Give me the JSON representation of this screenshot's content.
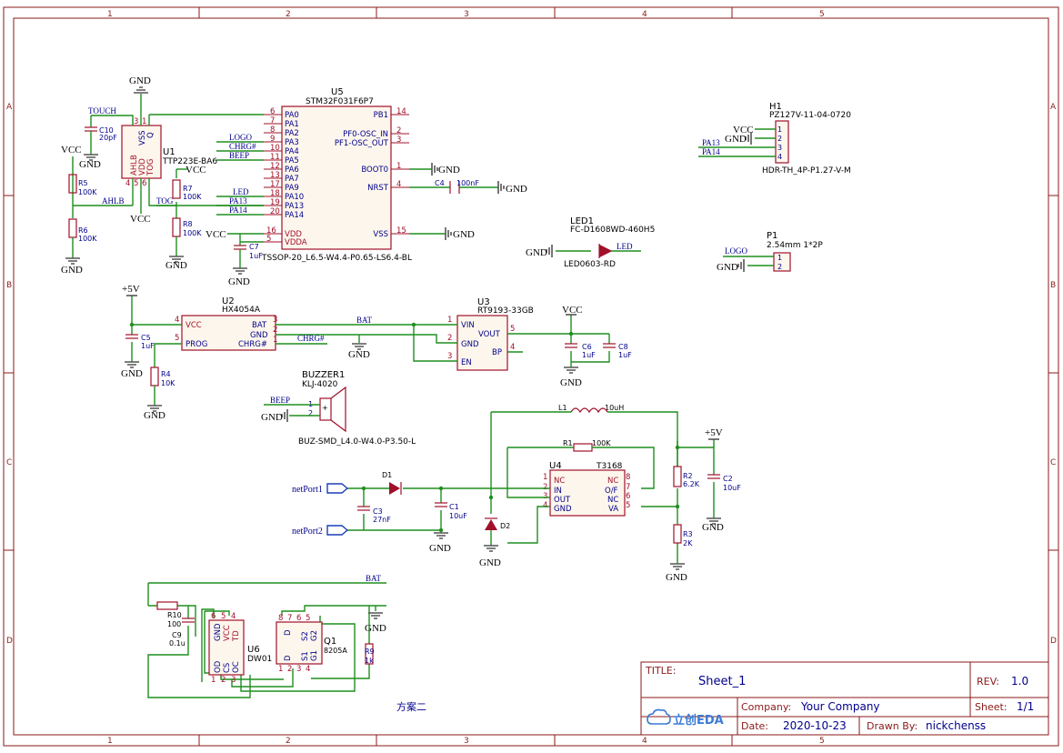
{
  "zones": {
    "cols": [
      "1",
      "2",
      "3",
      "4",
      "5"
    ],
    "rows": [
      "A",
      "B",
      "C",
      "D"
    ]
  },
  "components": {
    "u5": {
      "ref": "U5",
      "part": "STM32F031F6P7",
      "package": "TSSOP-20_L6.5-W4.4-P0.65-LS6.4-BL",
      "left_pins": [
        {
          "num": "6",
          "name": "PA0"
        },
        {
          "num": "7",
          "name": "PA1"
        },
        {
          "num": "8",
          "name": "PA2"
        },
        {
          "num": "9",
          "name": "PA3"
        },
        {
          "num": "10",
          "name": "PA4"
        },
        {
          "num": "11",
          "name": "PA5"
        },
        {
          "num": "12",
          "name": "PA6"
        },
        {
          "num": "13",
          "name": "PA7"
        },
        {
          "num": "17",
          "name": "PA9"
        },
        {
          "num": "18",
          "name": "PA10"
        },
        {
          "num": "19",
          "name": "PA13"
        },
        {
          "num": "20",
          "name": "PA14"
        }
      ],
      "vdd_pins": [
        {
          "num": "16",
          "name": "VDD"
        },
        {
          "num": "5",
          "name": "VDDA"
        }
      ],
      "right_pins": [
        {
          "num": "14",
          "name": "PB1"
        },
        {
          "num": "2",
          "name": "PF0-OSC_IN"
        },
        {
          "num": "3",
          "name": "PF1-OSC_OUT"
        },
        {
          "num": "1",
          "name": "BOOT0"
        },
        {
          "num": "4",
          "name": "NRST"
        },
        {
          "num": "15",
          "name": "VSS"
        }
      ]
    },
    "u1": {
      "ref": "U1",
      "part": "TTP223E-BA6",
      "pins": [
        "AHLB",
        "VDD",
        "TOG",
        "VSS",
        "Q"
      ],
      "nums": [
        "4",
        "5",
        "6",
        "3",
        "1"
      ]
    },
    "c10": {
      "ref": "C10",
      "value": "20pF"
    },
    "r5": {
      "ref": "R5",
      "value": "100K"
    },
    "r6": {
      "ref": "R6",
      "value": "100K"
    },
    "r7": {
      "ref": "R7",
      "value": "100K"
    },
    "r8": {
      "ref": "R8",
      "value": "100K"
    },
    "c7": {
      "ref": "C7",
      "value": "1uF"
    },
    "c4": {
      "ref": "C4",
      "value": "100nF"
    },
    "h1": {
      "ref": "H1",
      "part": "PZ127V-11-04-0720",
      "package": "HDR-TH_4P-P1.27-V-M",
      "pins": [
        "1",
        "2",
        "3",
        "4"
      ]
    },
    "led1": {
      "ref": "LED1",
      "part": "FC-D1608WD-460H5",
      "package": "LED0603-RD"
    },
    "p1": {
      "ref": "P1",
      "part": "2.54mm 1*2P",
      "pins": [
        "1",
        "2"
      ]
    },
    "u2": {
      "ref": "U2",
      "part": "HX4054A",
      "pins": [
        "VCC",
        "PROG",
        "BAT",
        "GND",
        "CHRG#"
      ],
      "nums": [
        "4",
        "5",
        "3",
        "2",
        "1"
      ]
    },
    "c5": {
      "ref": "C5",
      "value": "1uF"
    },
    "r4": {
      "ref": "R4",
      "value": "10K"
    },
    "u3": {
      "ref": "U3",
      "part": "RT9193-33GB",
      "pins": [
        "VIN",
        "GND",
        "EN",
        "VOUT",
        "BP"
      ],
      "nums": [
        "1",
        "2",
        "3",
        "5",
        "4"
      ]
    },
    "c6": {
      "ref": "C6",
      "value": "1uF"
    },
    "c8": {
      "ref": "C8",
      "value": "1uF"
    },
    "buzzer1": {
      "ref": "BUZZER1",
      "part": "KLJ-4020",
      "package": "BUZ-SMD_L4.0-W4.0-P3.50-L",
      "pins": [
        "1",
        "2"
      ]
    },
    "l1": {
      "ref": "L1",
      "value": "10uH"
    },
    "r1": {
      "ref": "R1",
      "value": "100K"
    },
    "u4": {
      "ref": "U4",
      "part": "T3168",
      "pins": [
        "NC",
        "IN",
        "OUT",
        "GND",
        "NC",
        "O/F",
        "NC",
        "VA"
      ],
      "nums": [
        "1",
        "2",
        "3",
        "4",
        "8",
        "7",
        "6",
        "5"
      ]
    },
    "r2": {
      "ref": "R2",
      "value": "6.2K"
    },
    "c2": {
      "ref": "C2",
      "value": "10uF"
    },
    "r3": {
      "ref": "R3",
      "value": "2K"
    },
    "d1": {
      "ref": "D1"
    },
    "d2": {
      "ref": "D2"
    },
    "c3": {
      "ref": "C3",
      "value": "27nF"
    },
    "c1": {
      "ref": "C1",
      "value": "10uF"
    },
    "r10": {
      "ref": "R10",
      "value": "100"
    },
    "c9": {
      "ref": "C9",
      "value": "0.1u"
    },
    "u6": {
      "ref": "U6",
      "part": "DW01",
      "pins": [
        "GND",
        "VCC",
        "TD",
        "OD",
        "CS",
        "OC"
      ],
      "nums": [
        "6",
        "5",
        "4",
        "1",
        "2",
        "3"
      ]
    },
    "q1": {
      "ref": "Q1",
      "part": "8205A",
      "pins": [
        "D",
        "S2",
        "G2",
        "D",
        "S1",
        "G1"
      ],
      "nums": [
        "8",
        "7",
        "6",
        "5",
        "1",
        "2",
        "3",
        "4"
      ]
    },
    "r9": {
      "ref": "R9",
      "value": "1k"
    }
  },
  "nets": {
    "gnd": "GND",
    "vcc": "VCC",
    "p5v": "+5V",
    "touch": "TOUCH",
    "logo": "LOGO",
    "chrg": "CHRG#",
    "beep": "BEEP",
    "led": "LED",
    "pa13": "PA13",
    "pa14": "PA14",
    "ahlb": "AHLB",
    "tog": "TOG",
    "bat": "BAT",
    "netport1": "netPort1",
    "netport2": "netPort2"
  },
  "plan_note": "方案二",
  "title_block": {
    "title_label": "TITLE:",
    "title": "Sheet_1",
    "rev_label": "REV:",
    "rev": "1.0",
    "logo_text": "立创EDA",
    "company_label": "Company:",
    "company": "Your Company",
    "sheet_label": "Sheet:",
    "sheet": "1/1",
    "date_label": "Date:",
    "date": "2020-10-23",
    "drawn_label": "Drawn By:",
    "drawn": "nickchenss"
  },
  "colors": {
    "border": "#8b1a1a",
    "wire": "#1f8f1f",
    "body": "#a0102a",
    "text": "#00008b"
  }
}
